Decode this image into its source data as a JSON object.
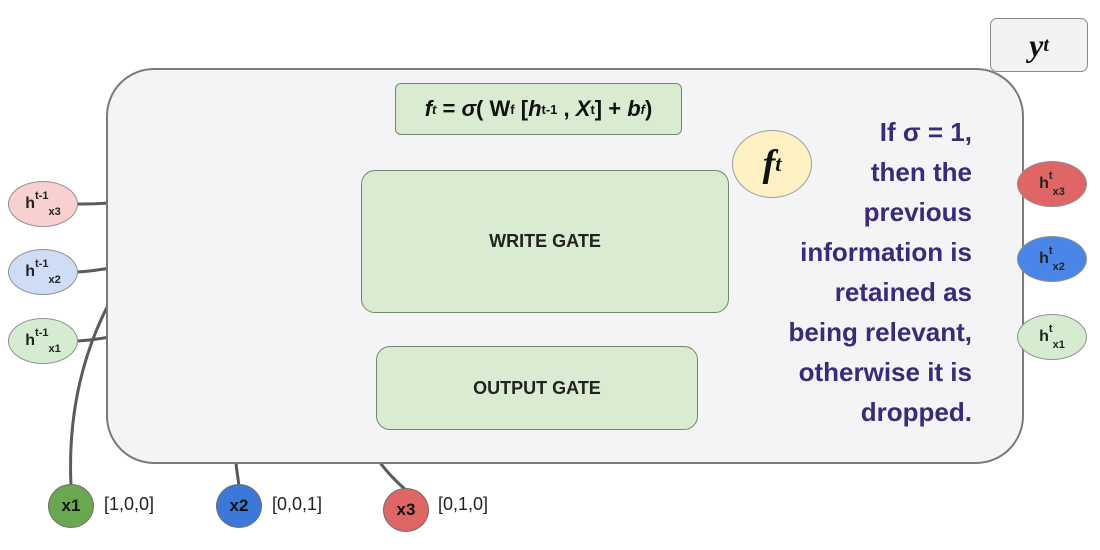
{
  "output": {
    "symbol": "y",
    "subscript": "t"
  },
  "formula": {
    "f": "f",
    "f_sub": "t",
    "eq": " = ",
    "sigma": "σ",
    "open": "( ",
    "w": "W",
    "w_sub": "f",
    "lbr": " [",
    "h": "h",
    "h_sub": "t-1",
    "comma": " , ",
    "x": "X",
    "x_sub": "t",
    "rbr": "]",
    "plus": " + ",
    "b": "b",
    "b_sub": "f",
    "close": ")"
  },
  "forget_node": {
    "symbol": "f",
    "subscript": "t"
  },
  "gates": {
    "write": "WRITE GATE",
    "output": "OUTPUT GATE"
  },
  "note": [
    "If σ = 1,",
    "then the",
    "previous",
    "information is",
    "retained as",
    "being relevant,",
    "otherwise it is",
    "dropped."
  ],
  "prev_hidden": [
    {
      "base": "h",
      "sup": "t-1",
      "sub": "x3",
      "color": "#f7d0cf"
    },
    {
      "base": "h",
      "sup": "t-1",
      "sub": "x2",
      "color": "#cfdcf6"
    },
    {
      "base": "h",
      "sup": "t-1",
      "sub": "x1",
      "color": "#d6ecd0"
    }
  ],
  "curr_hidden": [
    {
      "base": "h",
      "sup": "t",
      "sub": "x3",
      "color": "#e06666"
    },
    {
      "base": "h",
      "sup": "t",
      "sub": "x2",
      "color": "#4a86e8"
    },
    {
      "base": "h",
      "sup": "t",
      "sub": "x1",
      "color": "#d6ecd0"
    }
  ],
  "inputs": [
    {
      "label": "x1",
      "vector": "[1,0,0]",
      "color": "#6aa84f"
    },
    {
      "label": "x2",
      "vector": "[0,0,1]",
      "color": "#3c78d8"
    },
    {
      "label": "x3",
      "vector": "[0,1,0]",
      "color": "#e06666"
    }
  ]
}
